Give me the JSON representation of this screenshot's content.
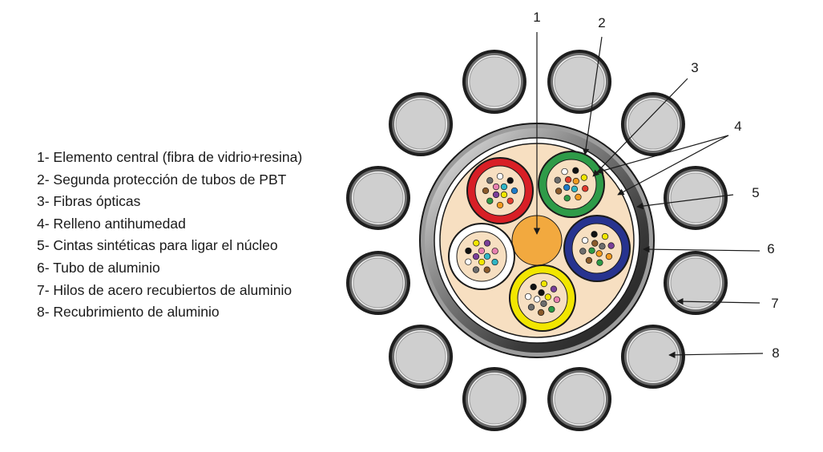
{
  "legend": [
    "1- Elemento central (fibra de vidrio+resina)",
    "2- Segunda protección de tubos de PBT",
    "3- Fibras ópticas",
    "4- Relleno antihumedad",
    "5- Cintas sintéticas para ligar el núcleo",
    "6- Tubo de aluminio",
    "7- Hilos de acero recubiertos de aluminio",
    "8- Recubrimiento de aluminio"
  ],
  "callouts": [
    "1",
    "2",
    "3",
    "4",
    "5",
    "6",
    "7",
    "8"
  ],
  "colors": {
    "strand_fill": "#cfcfcf",
    "strand_ring": "#6e6e6e",
    "aluminum_tube": "#3c3c3c",
    "filling": "#f7dfc1",
    "central_element": "#f2a93f",
    "tube_red": "#d81f26",
    "tube_green": "#2e9b48",
    "tube_blue": "#27338f",
    "tube_yellow": "#f2e600",
    "tube_white": "#ffffff",
    "fiber_palette": [
      "#1e7bc8",
      "#e23b2e",
      "#f29a1f",
      "#2d9a46",
      "#8a5a2b",
      "#6d6d6d",
      "#ffffff",
      "#111111",
      "#f2e600",
      "#7a3f98",
      "#e880b0",
      "#31b6c6"
    ]
  }
}
